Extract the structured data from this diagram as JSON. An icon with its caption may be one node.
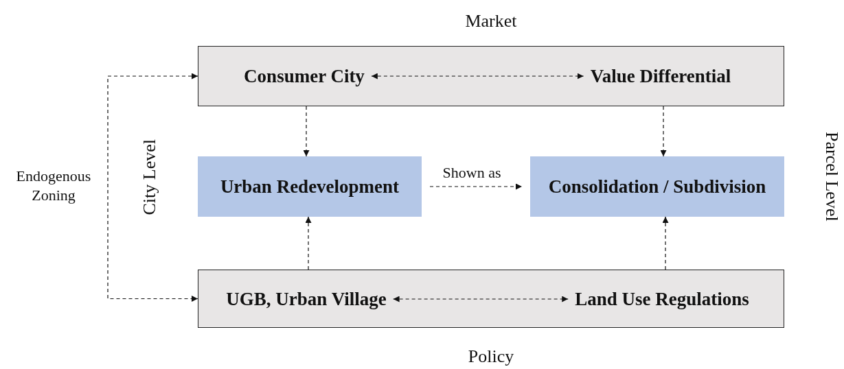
{
  "diagram": {
    "nodes": [
      {
        "text": [
          "Market"
        ]
      },
      {
        "text": [
          "Consumer City"
        ],
        "in": 0
      },
      {
        "text": [
          "Value Differential"
        ],
        "in": 0
      },
      {
        "text": [
          "Urban Redevelopment"
        ]
      },
      {
        "text": [
          "Consolidation / Subdivision"
        ]
      },
      {
        "text": [
          "Policy"
        ]
      },
      {
        "text": [
          "UGB, Urban Village"
        ],
        "in": 5
      },
      {
        "text": [
          "Land Use Regulations"
        ],
        "in": 5
      }
    ],
    "edges": [
      {
        "from": 1,
        "to": 2,
        "arrow": "both",
        "style": "dashed"
      },
      {
        "from": 0,
        "to": 3,
        "arrow": "to",
        "style": "dashed"
      },
      {
        "from": 0,
        "to": 4,
        "arrow": "to",
        "style": "dashed"
      },
      {
        "from": 3,
        "to": 4,
        "arrow": "to",
        "style": "dashed",
        "label": "Shown as"
      },
      {
        "from": 5,
        "to": 3,
        "arrow": "to",
        "style": "dashed"
      },
      {
        "from": 5,
        "to": 4,
        "arrow": "to",
        "style": "dashed"
      },
      {
        "from": 6,
        "to": 7,
        "arrow": "both",
        "style": "dashed"
      },
      {
        "from": 0,
        "to": 5,
        "arrow": "both",
        "style": "dashed",
        "label": "Endogenous Zoning"
      }
    ],
    "labels": [
      "City Level",
      "Parcel Level"
    ]
  }
}
